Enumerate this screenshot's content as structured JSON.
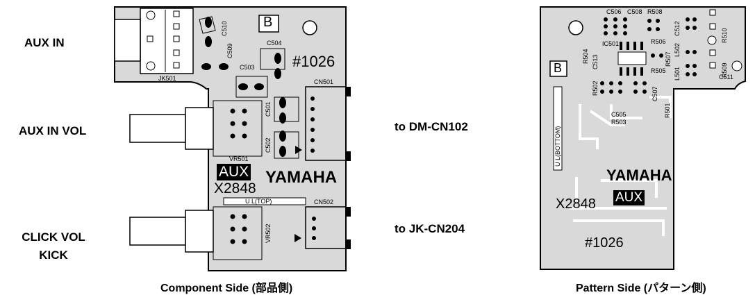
{
  "left_labels": {
    "aux_in": "AUX IN",
    "aux_in_vol": "AUX IN VOL",
    "click_vol_line1": "CLICK VOL",
    "click_vol_line2": "KICK"
  },
  "middle_labels": {
    "to_dm": "to DM-CN102",
    "to_jk": "to JK-CN204"
  },
  "captions": {
    "component_side": "Component Side (部品側)",
    "pattern_side": "Pattern Side (パターン側)"
  },
  "component_board": {
    "board_letter": "B",
    "board_number": "#1026",
    "aux_badge": "AUX",
    "brand": "YAMAHA",
    "model": "X2848",
    "top_strip": "U L(TOP)",
    "refs": {
      "jk501": "JK501",
      "c510": "C510",
      "c509": "C509",
      "c504": "C504",
      "c503": "C503",
      "cn501": "CN501",
      "c501": "C501",
      "c502": "C502",
      "vr501": "VR501",
      "vr502": "VR502",
      "cn502": "CN502"
    }
  },
  "pattern_board": {
    "board_letter": "B",
    "board_number": "#1026",
    "aux_badge": "AUX",
    "brand": "YAMAHA",
    "model": "X2848",
    "bottom_strip": "U L(BOTTOM)",
    "refs": {
      "c506": "C506",
      "c508": "C508",
      "r508": "R508",
      "c512": "C512",
      "r510": "R510",
      "l502": "L502",
      "r504": "R504",
      "ic501": "IC501",
      "r506": "R506",
      "c513": "C513",
      "r507": "R507",
      "l501": "L501",
      "r505": "R505",
      "r509": "R509",
      "c511": "C511",
      "r502": "R502",
      "c507": "C507",
      "r501": "R501",
      "c505": "C505",
      "r503": "R503"
    }
  },
  "colors": {
    "board_fill": "#d9d9d9",
    "outline": "#000000",
    "ink": "#000000",
    "trace": "#ffffff"
  }
}
